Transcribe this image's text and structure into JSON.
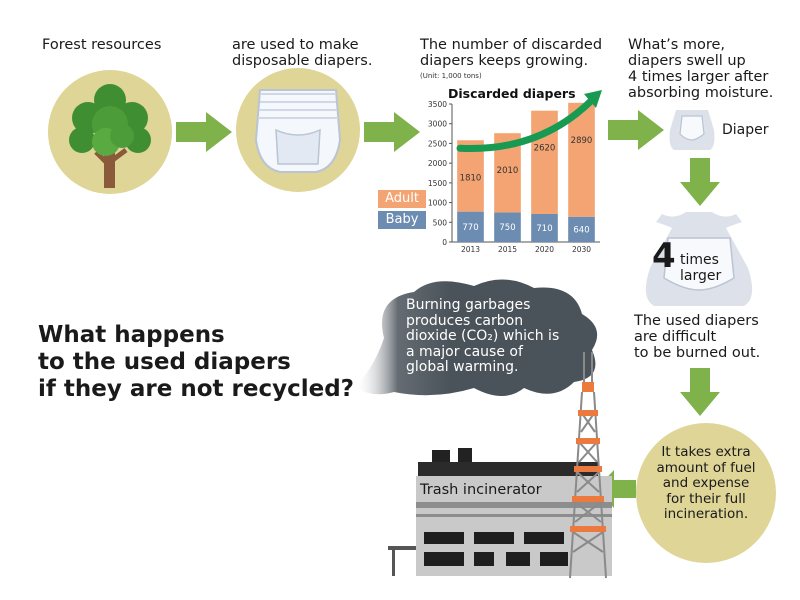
{
  "captions": {
    "forest": "Forest resources",
    "make": "are used to make\ndisposable diapers.",
    "growing": "The number of discarded\ndiapers keeps growing.",
    "swell": "What’s more,\ndiapers swell up\n4 times larger after\nabsorbing moisture.",
    "diaper_label": "Diaper",
    "times_number": "4",
    "times_text": "times\nlarger",
    "burned": "The used diapers\nare difficult\nto be burned out.",
    "fuel": "It takes extra\namount of fuel\nand expense\nfor their full\nincineration.",
    "burning": "Burning garbages\nproduces carbon\ndioxide (CO₂) which is\na major cause of\nglobal warming.",
    "incinerator": "Trash incinerator",
    "question": "What happens\nto the used diapers\nif they are not recycled?"
  },
  "colors": {
    "arrow_green": "#7fb24a",
    "circle_tan": "#ded597",
    "adult_orange": "#f3a472",
    "baby_blue": "#6d8cb2",
    "trend_green": "#189a52",
    "smoke_gray": "#4a525a",
    "tower_orange": "#ec7a3f"
  },
  "chart_data": {
    "type": "bar",
    "title": "Discarded diapers",
    "unit_label": "(Unit: 1,000 tons)",
    "categories": [
      "2013",
      "2015",
      "2020",
      "2030"
    ],
    "series": [
      {
        "name": "Baby",
        "values": [
          770,
          750,
          710,
          640
        ]
      },
      {
        "name": "Adult",
        "values": [
          1810,
          2010,
          2620,
          2890
        ]
      }
    ],
    "ylim": [
      0,
      3500
    ],
    "yticks": [
      0,
      500,
      1000,
      1500,
      2000,
      2500,
      3000,
      3500
    ],
    "stacked": true,
    "trend_arrow": true
  }
}
